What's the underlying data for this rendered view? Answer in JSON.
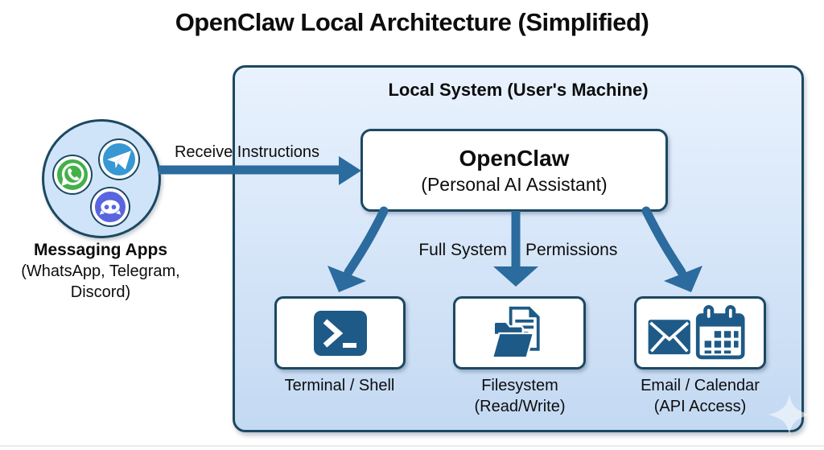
{
  "title": "OpenClaw Local Architecture (Simplified)",
  "colors": {
    "border": "#1c4861",
    "arrow": "#2b6b9d",
    "icon": "#1e5a87",
    "whatsapp": "#43b04a",
    "telegram": "#3798d3",
    "discord": "#5a65e0",
    "text": "#0d0d0d",
    "container_top": "#e9f2fd",
    "container_bottom": "#c3d9f2"
  },
  "messaging": {
    "label": "Messaging Apps",
    "sublabel": "(WhatsApp, Telegram, Discord)",
    "apps": [
      "WhatsApp",
      "Telegram",
      "Discord"
    ]
  },
  "arrows": {
    "receive_label": "Receive Instructions",
    "full_system_label": "Full System",
    "permissions_label": "Permissions"
  },
  "local_system": {
    "title": "Local System (User's Machine)",
    "openclaw": {
      "title": "OpenClaw",
      "subtitle": "(Personal AI Assistant)"
    },
    "components": [
      {
        "id": "terminal",
        "label": "Terminal / Shell",
        "sublabel": ""
      },
      {
        "id": "filesystem",
        "label": "Filesystem",
        "sublabel": "(Read/Write)"
      },
      {
        "id": "email",
        "label": "Email / Calendar",
        "sublabel": "(API Access)"
      }
    ]
  },
  "icons": {
    "messaging": [
      "whatsapp-icon",
      "telegram-icon",
      "discord-icon"
    ],
    "terminal": "terminal-icon",
    "filesystem": "folder-document-icon",
    "email_calendar": "email-calendar-icon",
    "watermark": "sparkle-icon"
  }
}
